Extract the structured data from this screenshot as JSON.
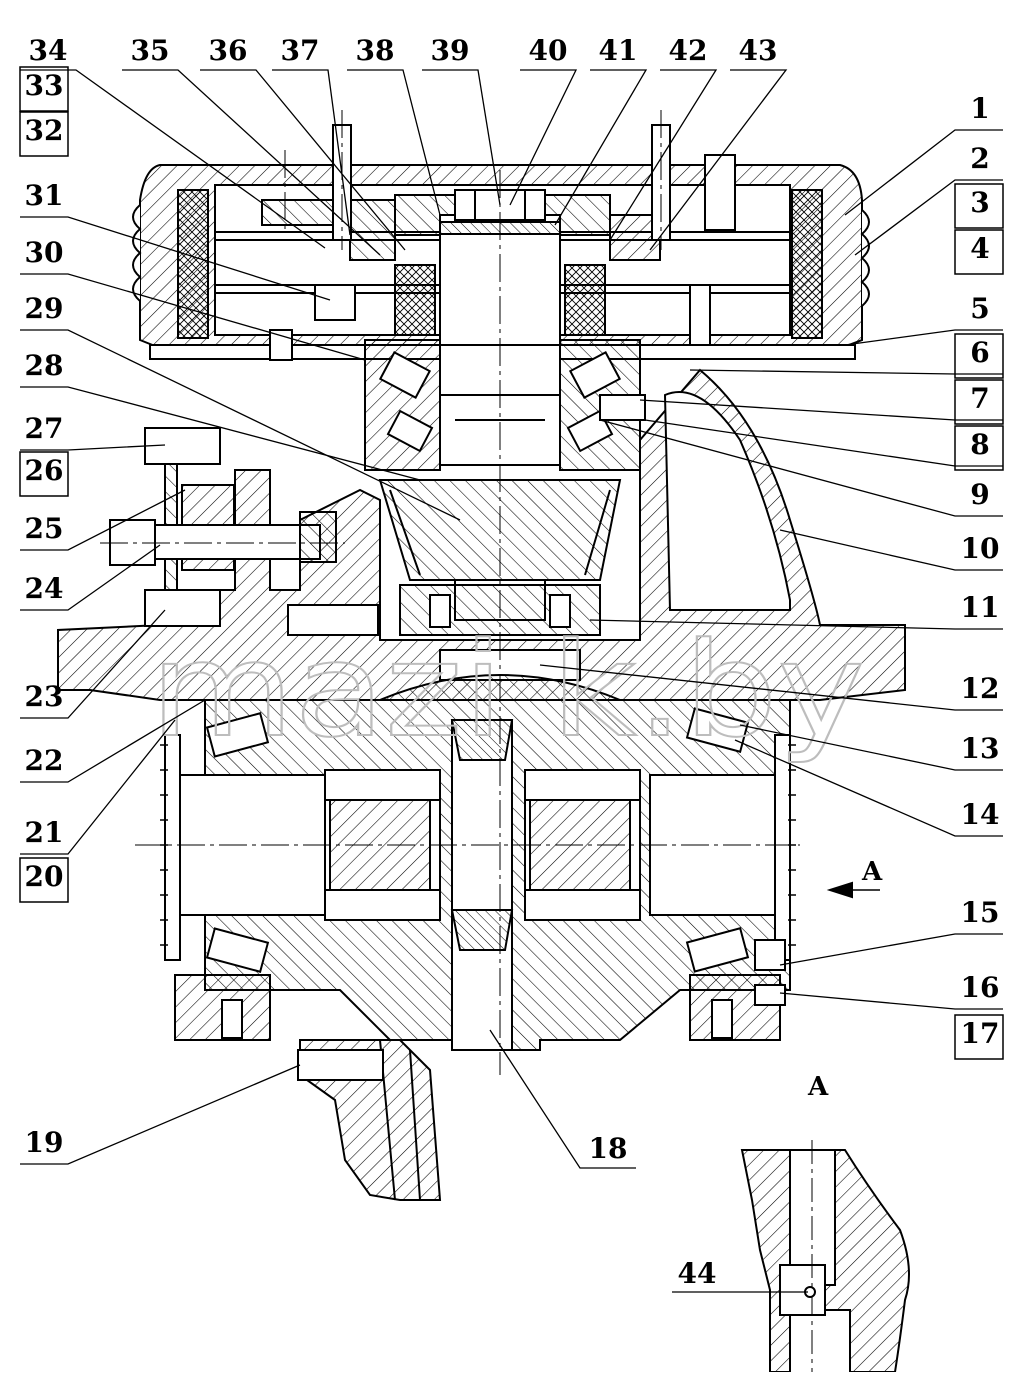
{
  "drawing": {
    "view_label": "A",
    "section_arrow_label": "A",
    "watermark": "mazi k.by",
    "labels_top": [
      "34",
      "35",
      "36",
      "37",
      "38",
      "39",
      "40",
      "41",
      "42",
      "43"
    ],
    "labels_left": [
      "33",
      "32",
      "31",
      "30",
      "29",
      "28",
      "27",
      "26",
      "25",
      "24",
      "23",
      "22",
      "21",
      "20",
      "19"
    ],
    "labels_right": [
      "1",
      "2",
      "3",
      "4",
      "5",
      "6",
      "7",
      "8",
      "9",
      "10",
      "11",
      "12",
      "13",
      "14",
      "15",
      "16",
      "17"
    ],
    "label_bottom": "18",
    "label_view": "44"
  },
  "colors": {
    "line": "#000000",
    "hatch": "#000000",
    "watermark": "#bdbdbd",
    "background": "#ffffff"
  }
}
